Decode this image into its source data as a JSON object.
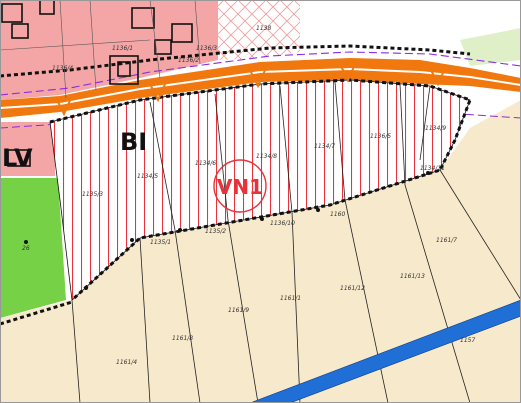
{
  "zones": {
    "zone_bi": "BI",
    "zone_vn": "VN1",
    "zone_lv": "LV"
  },
  "parcels": [
    {
      "id": "p-1",
      "text": "1136/1"
    },
    {
      "id": "p-2",
      "text": "1136/2"
    },
    {
      "id": "p-3",
      "text": "1136/3"
    },
    {
      "id": "p-4",
      "text": "1138"
    },
    {
      "id": "p-5",
      "text": "1136/4"
    },
    {
      "id": "p-6",
      "text": "1135/3"
    },
    {
      "id": "p-7",
      "text": "1134/5"
    },
    {
      "id": "p-8",
      "text": "1134/6"
    },
    {
      "id": "p-9",
      "text": "1134/8"
    },
    {
      "id": "p-10",
      "text": "1134/7"
    },
    {
      "id": "p-11",
      "text": "1136/5"
    },
    {
      "id": "p-12",
      "text": "1134/9"
    },
    {
      "id": "p-13",
      "text": "1161/1"
    },
    {
      "id": "p-14",
      "text": "1161/12"
    },
    {
      "id": "p-15",
      "text": "1161/13"
    },
    {
      "id": "p-16",
      "text": "1161/8"
    },
    {
      "id": "p-17",
      "text": "1161/9"
    },
    {
      "id": "p-18",
      "text": "1161/4"
    },
    {
      "id": "p-19",
      "text": "1161/7"
    },
    {
      "id": "p-20",
      "text": "1134/11"
    },
    {
      "id": "p-21",
      "text": "1135/1"
    },
    {
      "id": "p-22",
      "text": "1135/2"
    },
    {
      "id": "p-23",
      "text": "1136/10"
    },
    {
      "id": "p-24",
      "text": "1160"
    },
    {
      "id": "p-25",
      "text": "1157"
    },
    {
      "id": "p-26",
      "text": "26"
    }
  ],
  "colors": {
    "residential": "#f4a6a6",
    "forest_green": "#76d146",
    "agricultural": "#f7e9cc",
    "road_orange": "#f0780f",
    "hatch_red": "#e8323c",
    "water_blue": "#1f6fd6"
  }
}
